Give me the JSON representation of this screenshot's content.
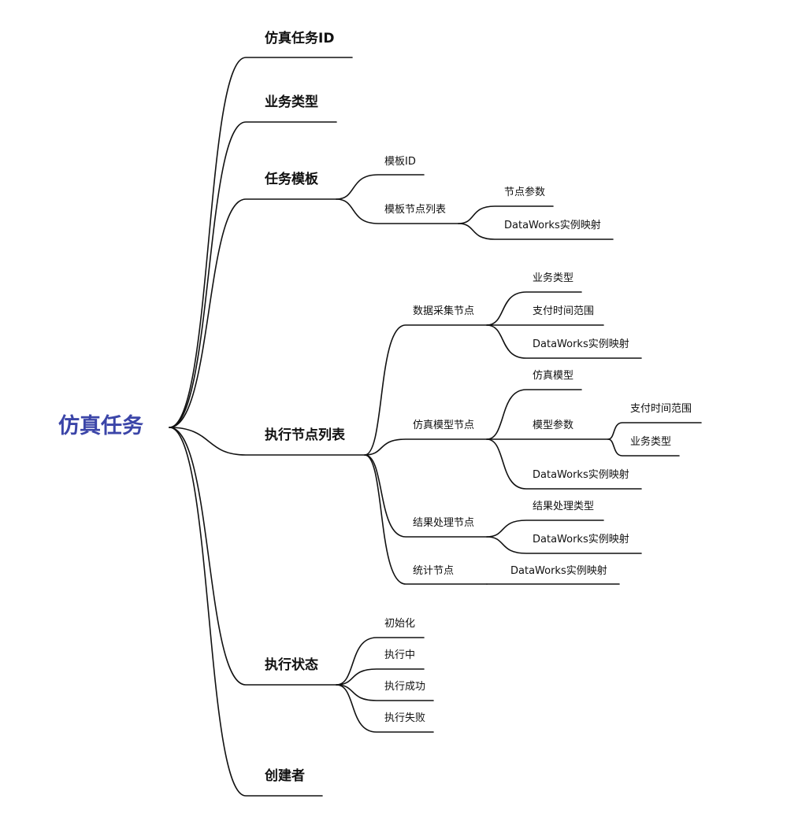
{
  "root": "仿真任务",
  "branches": {
    "task_id": "仿真任务ID",
    "business_type": "业务类型",
    "task_template": {
      "label": "任务模板",
      "template_id": "模板ID",
      "template_node_list": {
        "label": "模板节点列表",
        "node_params": "节点参数",
        "dw_mapping": "DataWorks实例映射"
      }
    },
    "exec_node_list": {
      "label": "执行节点列表",
      "data_collect": {
        "label": "数据采集节点",
        "business_type": "业务类型",
        "pay_time_range": "支付时间范围",
        "dw_mapping": "DataWorks实例映射"
      },
      "sim_model": {
        "label": "仿真模型节点",
        "sim_model": "仿真模型",
        "model_params": {
          "label": "模型参数",
          "pay_time_range": "支付时间范围",
          "business_type": "业务类型"
        },
        "dw_mapping": "DataWorks实例映射"
      },
      "result_proc": {
        "label": "结果处理节点",
        "result_type": "结果处理类型",
        "dw_mapping": "DataWorks实例映射"
      },
      "stats": {
        "label": "统计节点",
        "dw_mapping": "DataWorks实例映射"
      }
    },
    "exec_status": {
      "label": "执行状态",
      "init": "初始化",
      "running": "执行中",
      "success": "执行成功",
      "failed": "执行失败"
    },
    "creator": "创建者"
  },
  "colors": {
    "root": "#3b45a8",
    "edge": "#111111",
    "text": "#111111"
  }
}
